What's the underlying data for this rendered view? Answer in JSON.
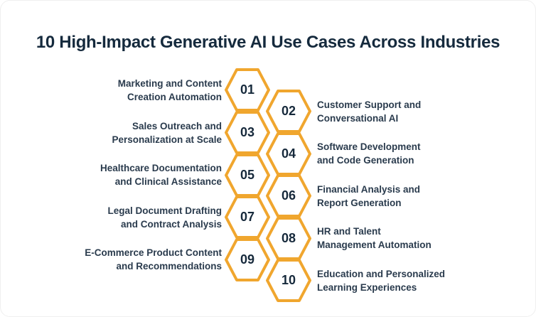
{
  "title": "10 High-Impact Generative AI Use Cases Across Industries",
  "colors": {
    "accent": "#F0A62E",
    "title_text": "#152A3D",
    "number_text": "#16293B",
    "label_text": "#2A3B4D",
    "background": "#FFFFFF"
  },
  "items": [
    {
      "number": "01",
      "side": "left",
      "label_line1": "Marketing and Content",
      "label_line2": "Creation Automation"
    },
    {
      "number": "02",
      "side": "right",
      "label_line1": "Customer Support and",
      "label_line2": "Conversational AI"
    },
    {
      "number": "03",
      "side": "left",
      "label_line1": "Sales Outreach and",
      "label_line2": "Personalization at Scale"
    },
    {
      "number": "04",
      "side": "right",
      "label_line1": "Software Development",
      "label_line2": "and Code Generation"
    },
    {
      "number": "05",
      "side": "left",
      "label_line1": "Healthcare Documentation",
      "label_line2": "and Clinical Assistance"
    },
    {
      "number": "06",
      "side": "right",
      "label_line1": "Financial Analysis and",
      "label_line2": "Report Generation"
    },
    {
      "number": "07",
      "side": "left",
      "label_line1": "Legal Document Drafting",
      "label_line2": "and Contract Analysis"
    },
    {
      "number": "08",
      "side": "right",
      "label_line1": "HR and Talent",
      "label_line2": "Management Automation"
    },
    {
      "number": "09",
      "side": "left",
      "label_line1": "E-Commerce Product Content",
      "label_line2": "and Recommendations"
    },
    {
      "number": "10",
      "side": "right",
      "label_line1": "Education and Personalized",
      "label_line2": "Learning Experiences"
    }
  ]
}
